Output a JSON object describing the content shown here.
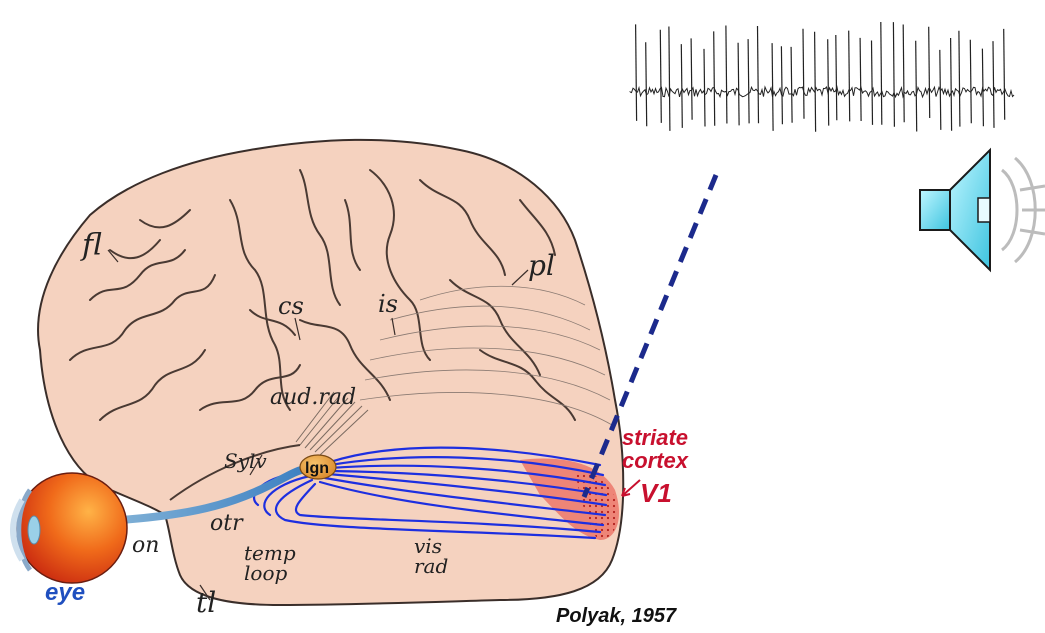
{
  "labels": {
    "fl": "fl",
    "pl": "pl",
    "cs": "cs",
    "is": "is",
    "aud_rad": "aud.rad",
    "sylv": "Sylv",
    "lgn": "lgn",
    "otr": "otr",
    "on": "on",
    "temp": "temp",
    "loop": "loop",
    "vis": "vis",
    "rad": "rad",
    "tl": "tl",
    "eye": "eye",
    "striate": "striate",
    "cortex": "cortex",
    "v1": "V1"
  },
  "credit": "Polyak, 1957",
  "icons": {
    "speaker": "speaker-icon"
  },
  "colors": {
    "brain": "#f5d2bf",
    "sulci": "#4a3a33",
    "fibers": "#1d2fe0",
    "striate": "#e8463c",
    "label_red": "#c8102e",
    "eye_label": "#1f4fbf",
    "dashed_line": "#1c2a8c"
  }
}
